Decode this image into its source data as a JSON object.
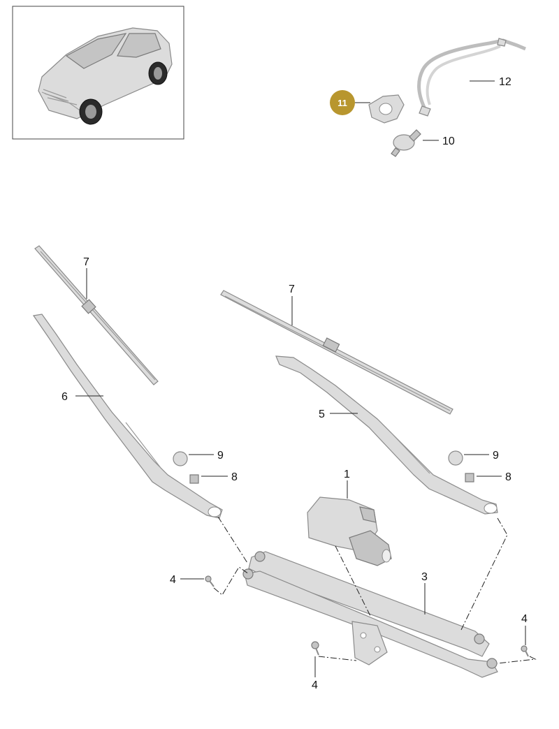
{
  "callouts": {
    "motor": "1",
    "linkage": "3",
    "bolt_left": "4",
    "bolt_bottom": "4",
    "bolt_right": "4",
    "arm_right": "5",
    "arm_left": "6",
    "blade_left": "7",
    "blade_right": "7",
    "nut_left": "8",
    "nut_right": "8",
    "cap_left": "9",
    "cap_right": "9",
    "plug": "10",
    "clip": "11",
    "hose": "12"
  },
  "highlight_color": "#b8962e",
  "icons": {
    "vehicle": "suv-thumbnail-icon"
  }
}
